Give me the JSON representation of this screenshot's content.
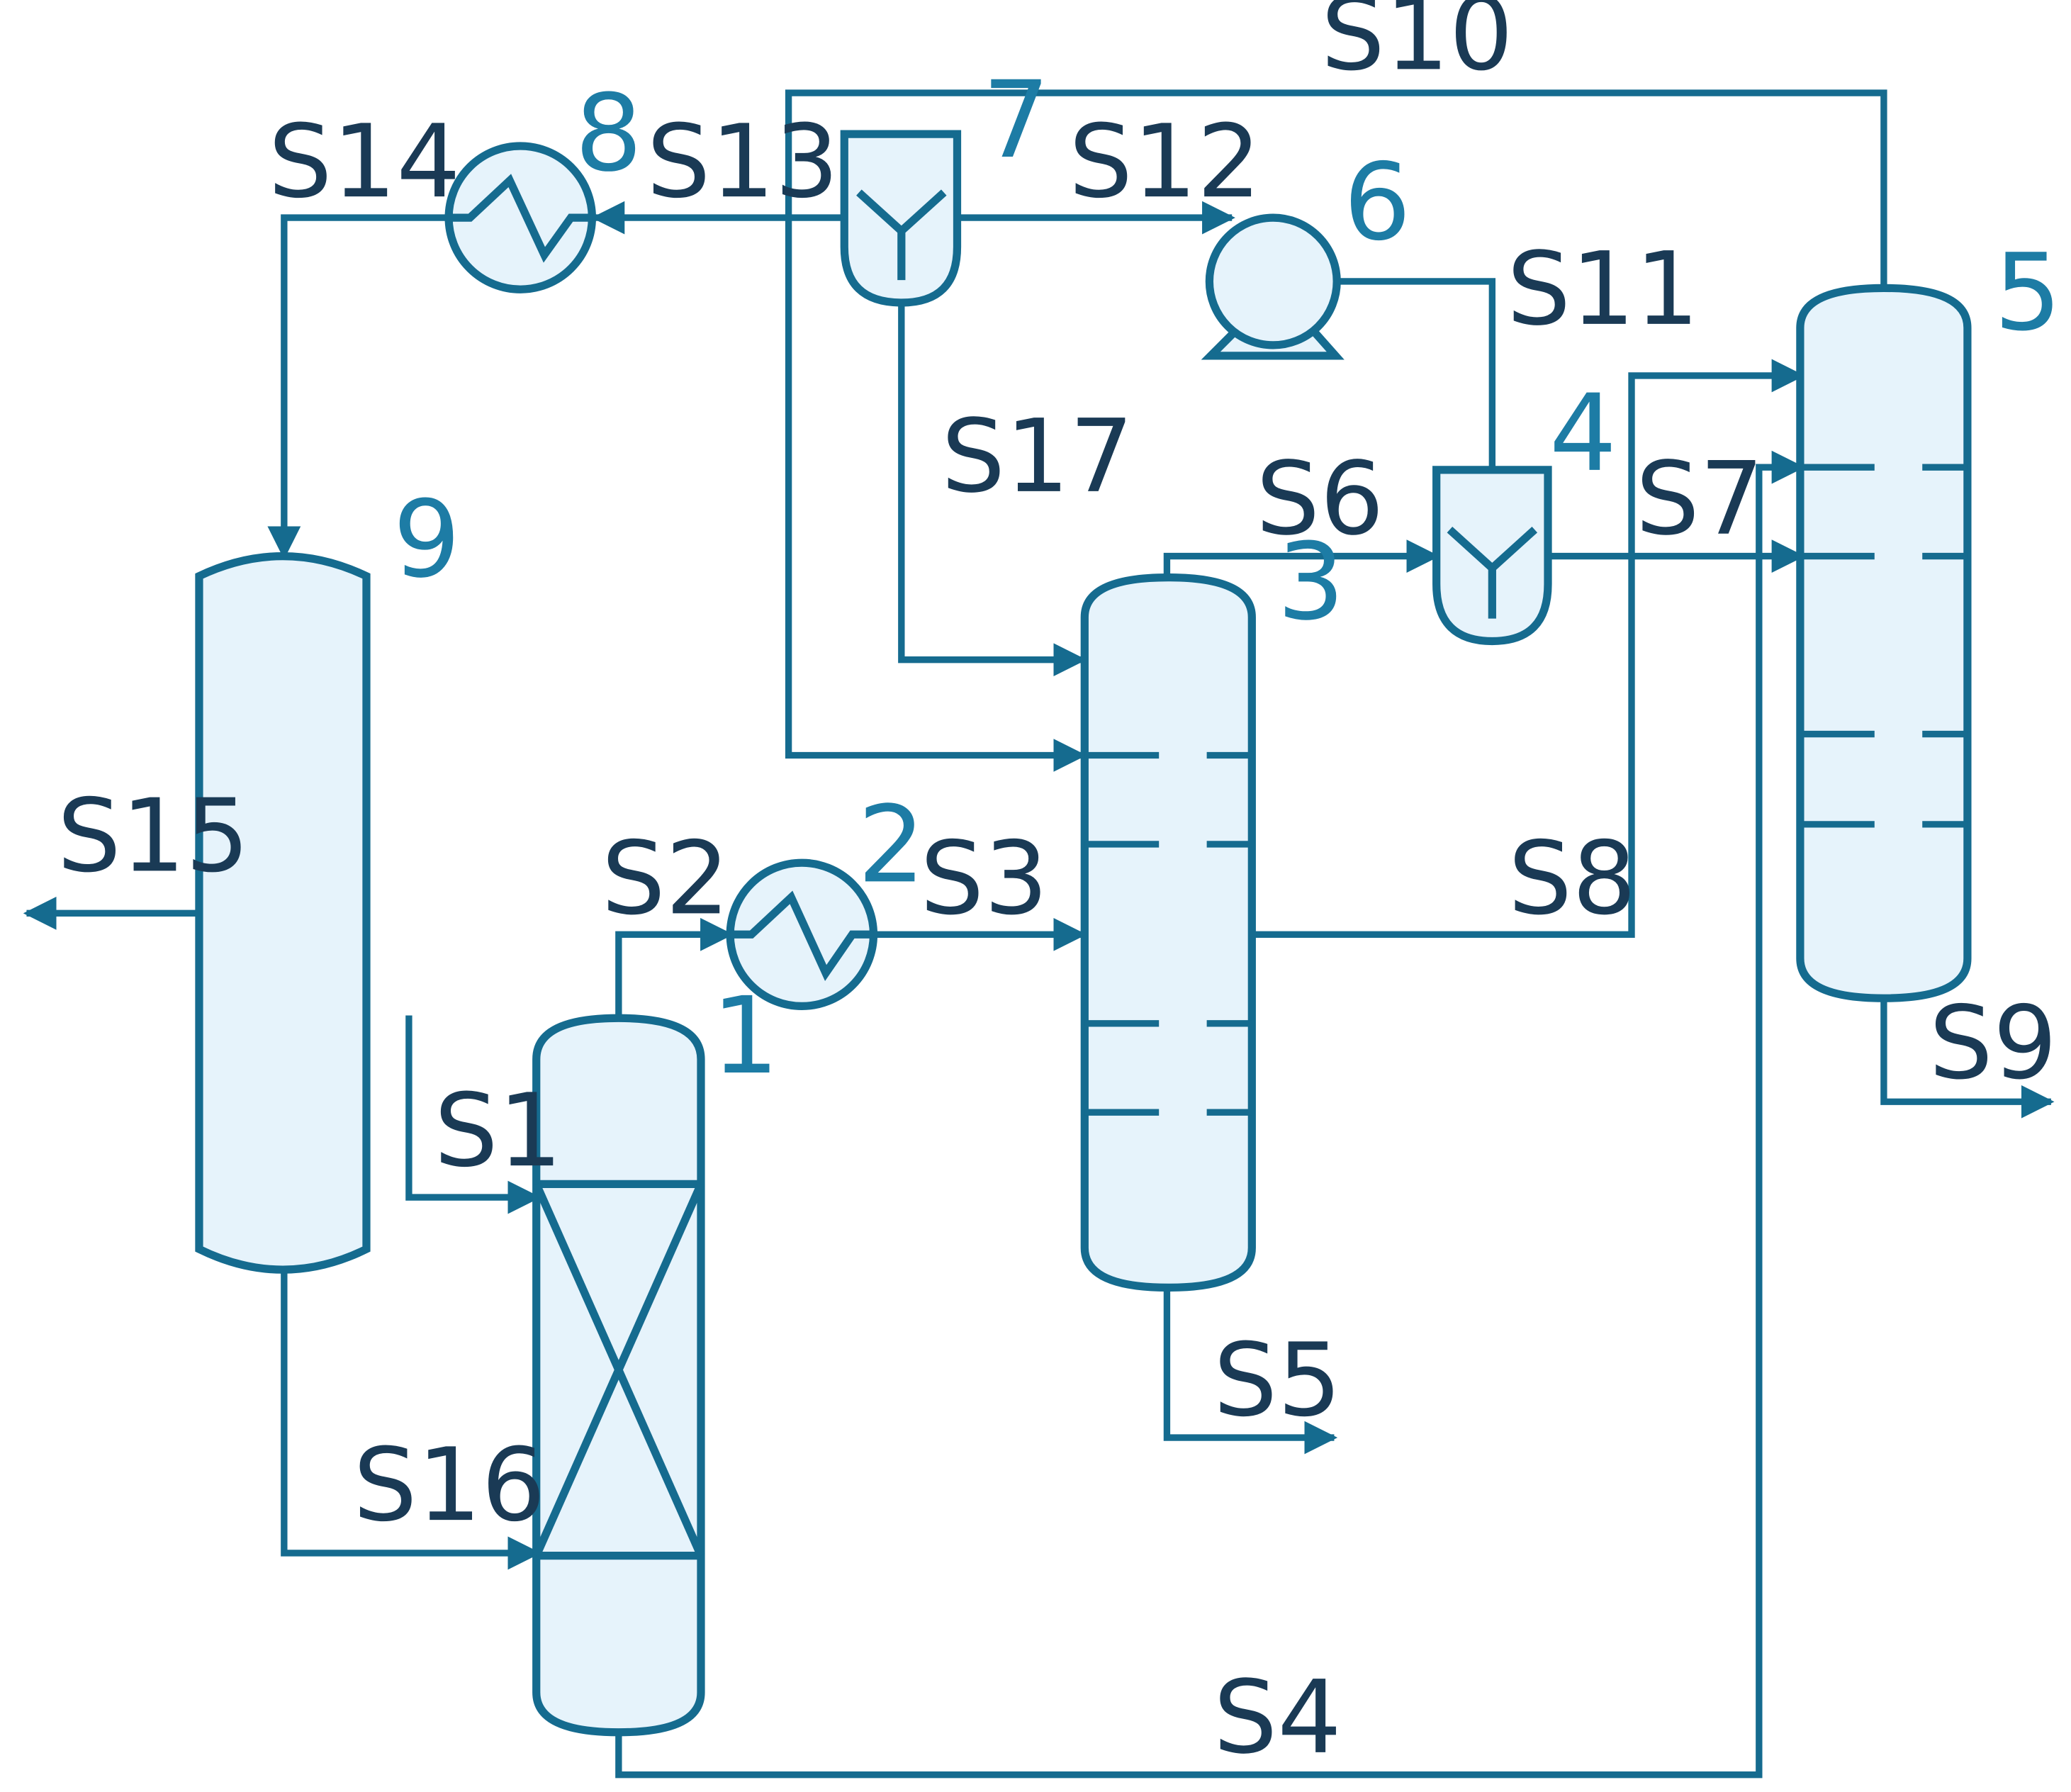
{
  "diagram": {
    "equipment_numbers": [
      "1",
      "2",
      "3",
      "4",
      "5",
      "6",
      "7",
      "8",
      "9"
    ],
    "streams": [
      "S1",
      "S2",
      "S3",
      "S4",
      "S5",
      "S6",
      "S7",
      "S8",
      "S9",
      "S10",
      "S11",
      "S12",
      "S13",
      "S14",
      "S15",
      "S16",
      "S17"
    ]
  },
  "colors": {
    "line": "#156b8f",
    "fill": "#e6f3fb",
    "label_text": "#1a3a55",
    "number_text": "#1d7ca5"
  }
}
